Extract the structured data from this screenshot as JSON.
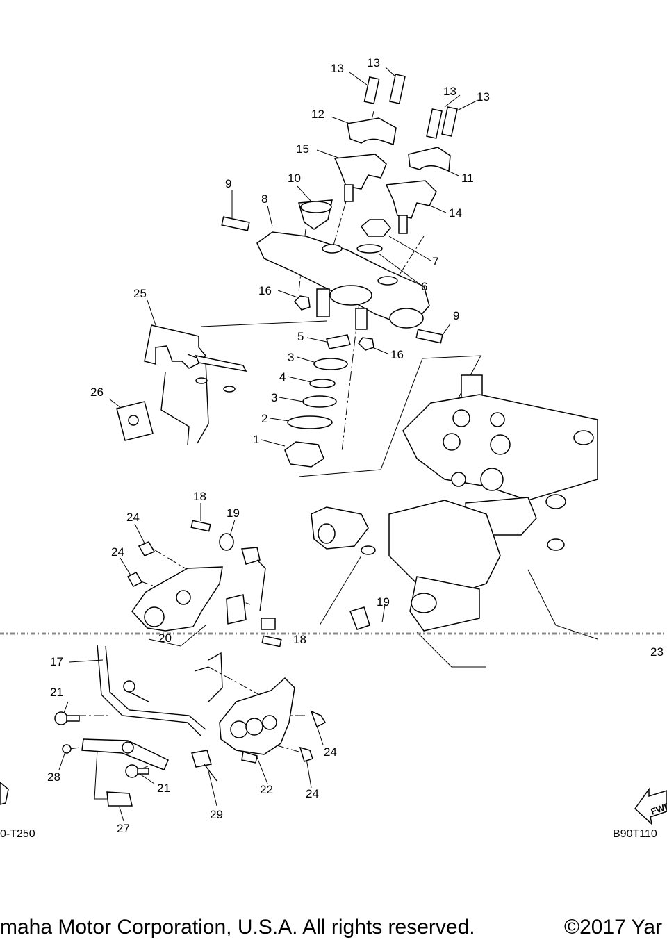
{
  "callouts": [
    {
      "id": "c13a",
      "text": "13"
    },
    {
      "id": "c13b",
      "text": "13"
    },
    {
      "id": "c13c",
      "text": "13"
    },
    {
      "id": "c13d",
      "text": "13"
    },
    {
      "id": "c12",
      "text": "12"
    },
    {
      "id": "c15",
      "text": "15"
    },
    {
      "id": "c11",
      "text": "11"
    },
    {
      "id": "c14",
      "text": "14"
    },
    {
      "id": "c9a",
      "text": "9"
    },
    {
      "id": "c10",
      "text": "10"
    },
    {
      "id": "c8",
      "text": "8"
    },
    {
      "id": "c7",
      "text": "7"
    },
    {
      "id": "c6",
      "text": "6"
    },
    {
      "id": "c16a",
      "text": "16"
    },
    {
      "id": "c25",
      "text": "25"
    },
    {
      "id": "c9b",
      "text": "9"
    },
    {
      "id": "c5",
      "text": "5"
    },
    {
      "id": "c16b",
      "text": "16"
    },
    {
      "id": "c3a",
      "text": "3"
    },
    {
      "id": "c4",
      "text": "4"
    },
    {
      "id": "c3b",
      "text": "3"
    },
    {
      "id": "c2",
      "text": "2"
    },
    {
      "id": "c1",
      "text": "1"
    },
    {
      "id": "c26",
      "text": "26"
    },
    {
      "id": "c18a",
      "text": "18"
    },
    {
      "id": "c19a",
      "text": "19"
    },
    {
      "id": "c24a",
      "text": "24"
    },
    {
      "id": "c24b",
      "text": "24"
    },
    {
      "id": "c19b",
      "text": "19"
    },
    {
      "id": "c20",
      "text": "20"
    },
    {
      "id": "c18b",
      "text": "18"
    },
    {
      "id": "c23",
      "text": "23"
    },
    {
      "id": "c17",
      "text": "17"
    },
    {
      "id": "c21a",
      "text": "21"
    },
    {
      "id": "c24c",
      "text": "24"
    },
    {
      "id": "c28",
      "text": "28"
    },
    {
      "id": "c21b",
      "text": "21"
    },
    {
      "id": "c22",
      "text": "22"
    },
    {
      "id": "c24d",
      "text": "24"
    },
    {
      "id": "c27",
      "text": "27"
    },
    {
      "id": "c29",
      "text": "29"
    }
  ],
  "fwd_label": "FWD",
  "left_code": "0-T250",
  "right_code": "B90T110",
  "footer_left": "maha Motor Corporation, U.S.A. All rights reserved.",
  "footer_right": "©2017 Yar"
}
